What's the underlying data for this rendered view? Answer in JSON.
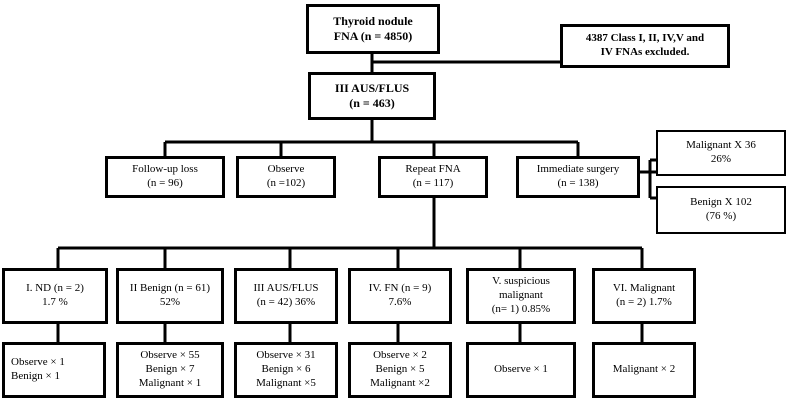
{
  "flowchart": {
    "root": {
      "lines": [
        "Thyroid nodule",
        "FNA (n = 4850)"
      ]
    },
    "excluded": {
      "lines": [
        "4387 Class I, II, IV,V and",
        "IV FNAs excluded."
      ]
    },
    "aus": {
      "lines": [
        "III AUS/FLUS",
        "(n = 463)"
      ]
    },
    "followup": {
      "lines": [
        "Follow-up loss",
        "(n = 96)"
      ]
    },
    "observe": {
      "lines": [
        "Observe",
        "(n =102)"
      ]
    },
    "repeat": {
      "lines": [
        "Repeat FNA",
        "(n = 117)"
      ]
    },
    "surgery": {
      "lines": [
        "Immediate surgery",
        "(n = 138)"
      ]
    },
    "malignant_surgery": {
      "lines": [
        "Malignant X 36",
        "26%"
      ]
    },
    "benign_surgery": {
      "lines": [
        "Benign X 102",
        "(76 %)"
      ]
    },
    "cat_nd": {
      "lines": [
        "I. ND  (n = 2)",
        "1.7 %"
      ]
    },
    "cat_benign": {
      "lines": [
        "II Benign (n = 61)",
        "52%"
      ]
    },
    "cat_aus": {
      "lines": [
        "III AUS/FLUS",
        "(n = 42) 36%"
      ]
    },
    "cat_fn": {
      "lines": [
        "IV. FN (n = 9)",
        "7.6%"
      ]
    },
    "cat_susp": {
      "lines": [
        "V. suspicious",
        "malignant",
        "(n= 1) 0.85%"
      ]
    },
    "cat_malig": {
      "lines": [
        "VI. Malignant",
        "(n = 2) 1.7%"
      ]
    },
    "out_nd": {
      "lines": [
        "Observe × 1",
        "Benign × 1"
      ]
    },
    "out_benign": {
      "lines": [
        "Observe × 55",
        "Benign × 7",
        "Malignant × 1"
      ]
    },
    "out_aus": {
      "lines": [
        "Observe × 31",
        "Benign × 6",
        "Malignant ×5"
      ]
    },
    "out_fn": {
      "lines": [
        "Observe × 2",
        "Benign × 5",
        "Malignant ×2"
      ]
    },
    "out_susp": {
      "lines": [
        "Observe × 1"
      ]
    },
    "out_malig": {
      "lines": [
        "Malignant × 2"
      ]
    }
  }
}
